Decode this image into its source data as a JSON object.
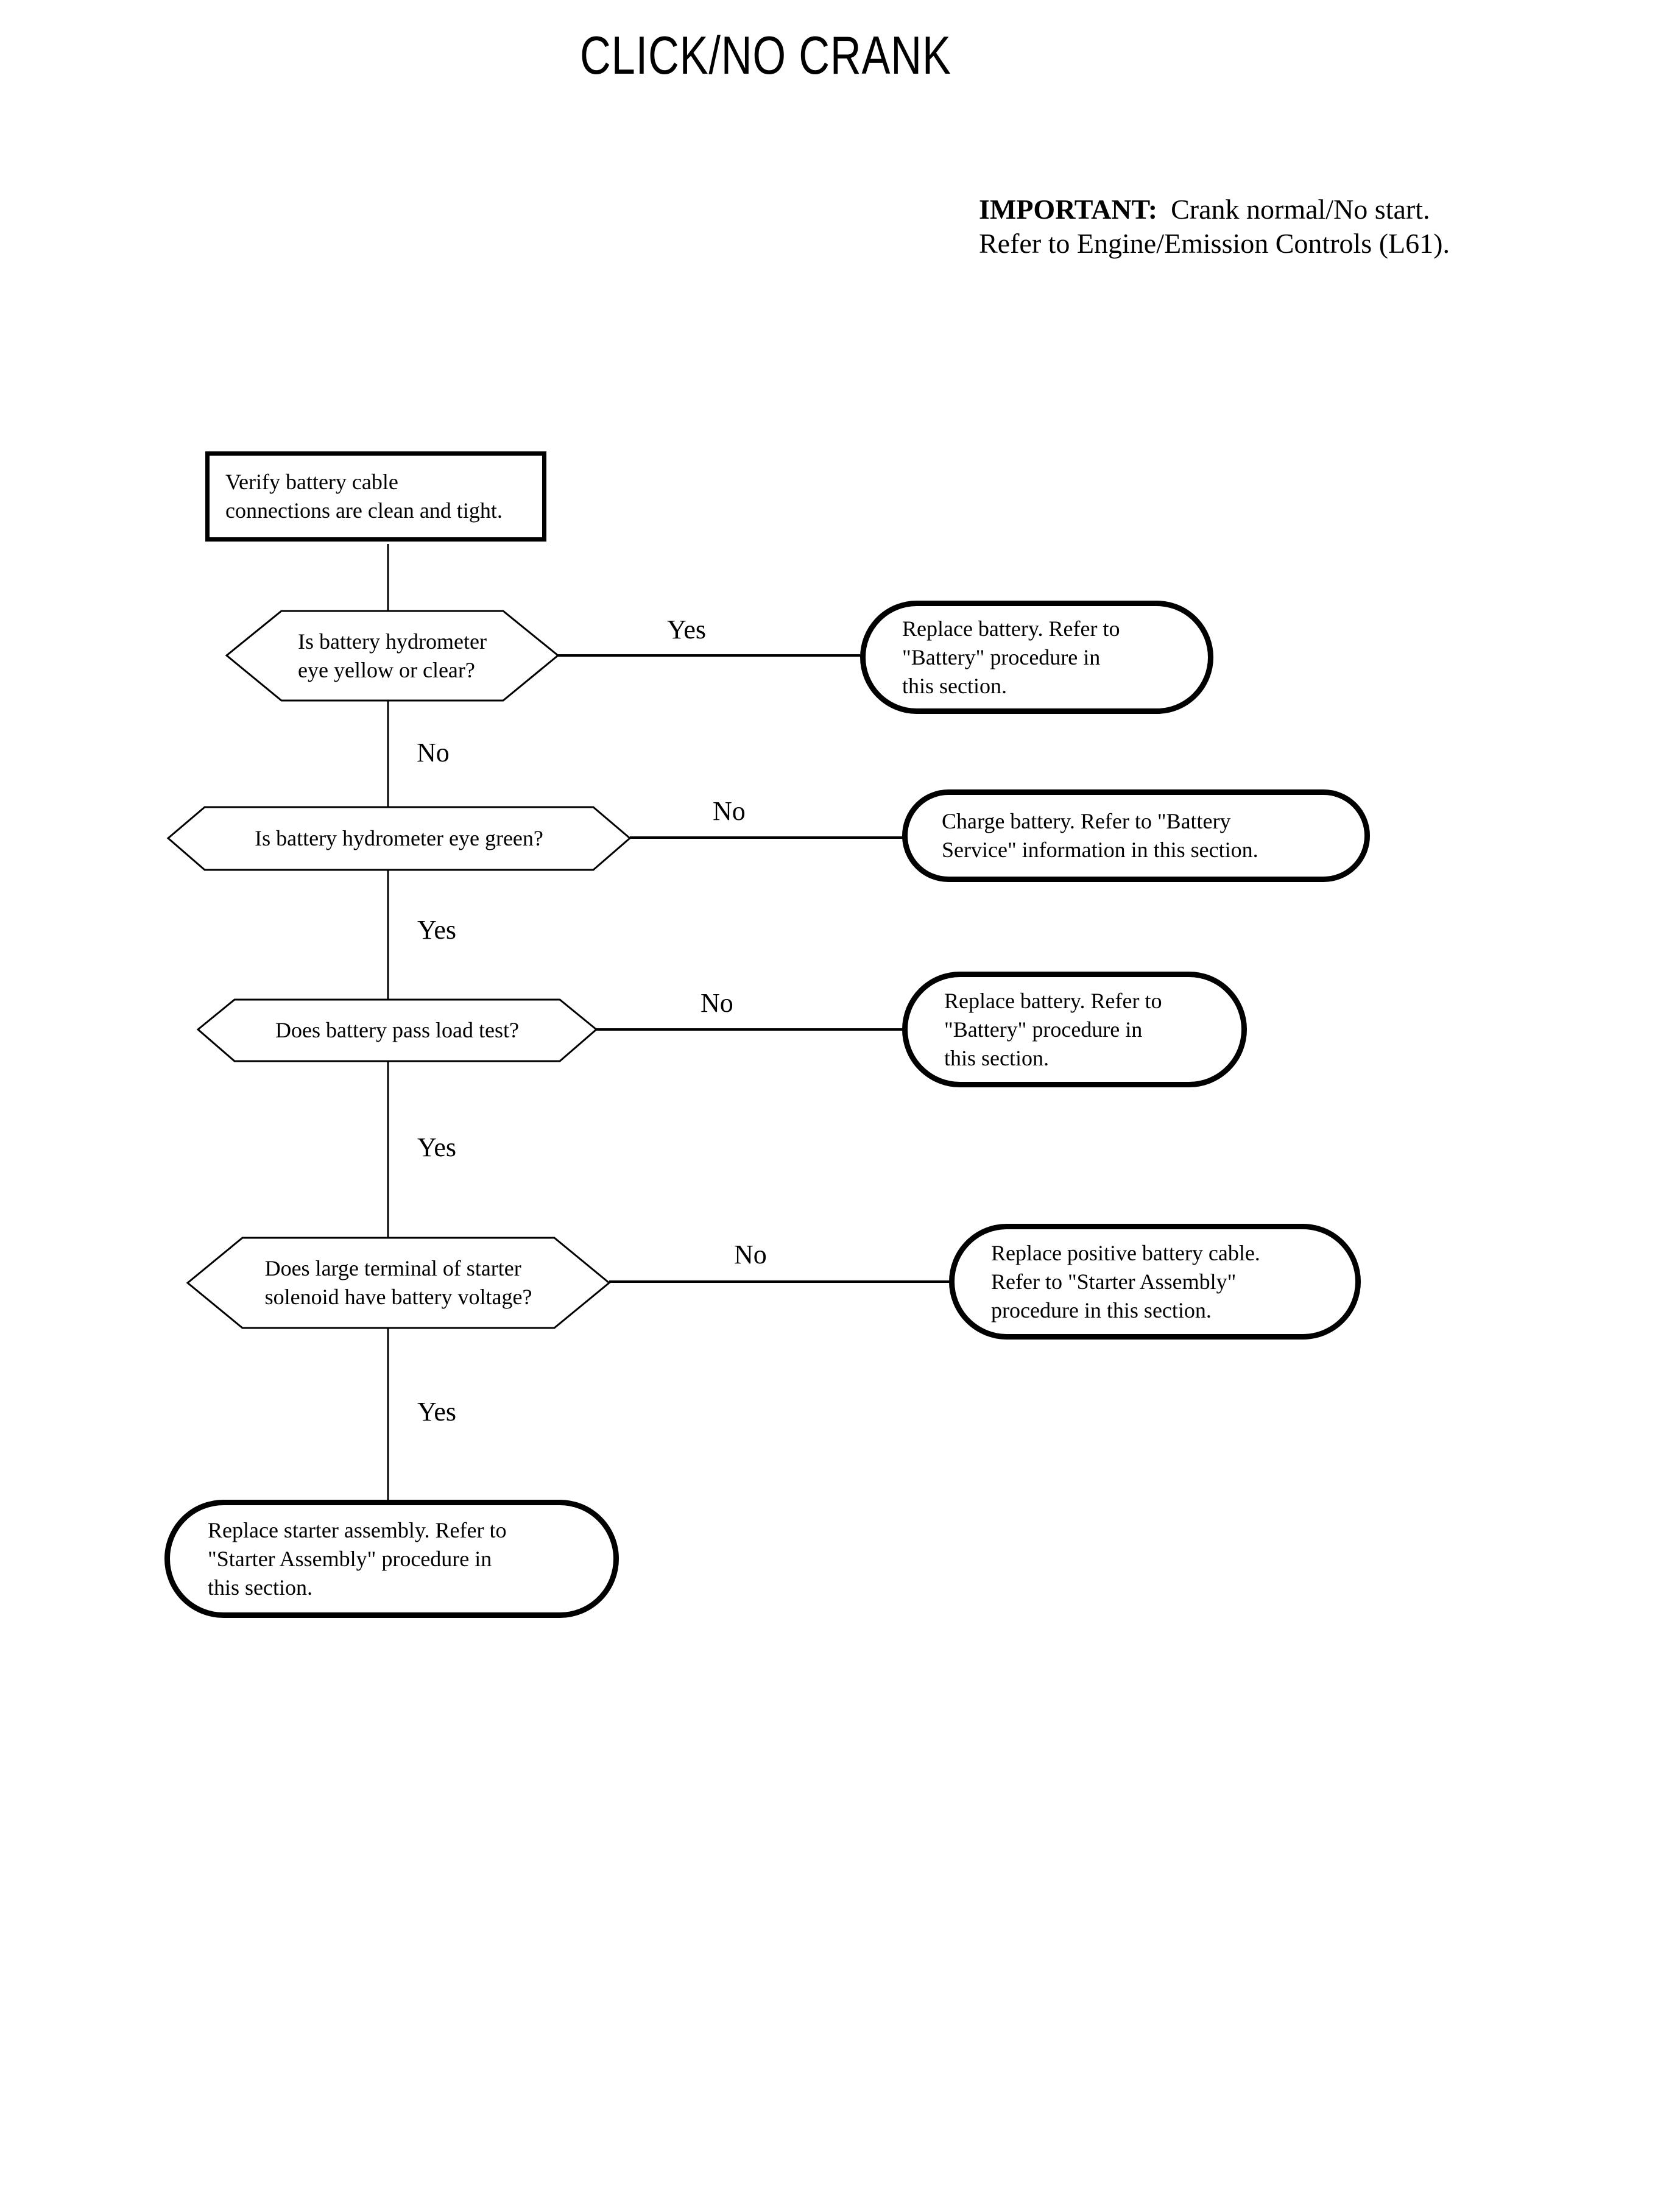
{
  "page": {
    "title": "CLICK/NO CRANK"
  },
  "note": {
    "label": "IMPORTANT:",
    "text": "Crank normal/No start.",
    "text2": "Refer to Engine/Emission Controls (L61)."
  },
  "colors": {
    "ink": "#000000",
    "paper": "#ffffff"
  },
  "flow": {
    "start": {
      "lines": [
        "Verify battery cable",
        "connections are clean and tight."
      ]
    },
    "d1": {
      "lines": [
        "Is battery hydrometer",
        "eye yellow or clear?"
      ],
      "yes": "Yes",
      "no": "No"
    },
    "r1": {
      "lines": [
        "Replace battery. Refer to",
        "\"Battery\" procedure in",
        "this section."
      ]
    },
    "d2": {
      "lines": [
        "Is battery hydrometer eye green?"
      ],
      "yes": "Yes",
      "no": "No"
    },
    "r2": {
      "lines": [
        "Charge battery. Refer to \"Battery",
        "Service\" information in this section."
      ]
    },
    "d3": {
      "lines": [
        "Does battery pass load test?"
      ],
      "yes": "Yes",
      "no": "No"
    },
    "r3": {
      "lines": [
        "Replace battery. Refer to",
        "\"Battery\" procedure in",
        "this section."
      ]
    },
    "d4": {
      "lines": [
        "Does large terminal of starter",
        "solenoid have battery voltage?"
      ],
      "yes": "Yes",
      "no": "No"
    },
    "r4": {
      "lines": [
        "Replace positive battery cable.",
        "Refer to \"Starter Assembly\"",
        "procedure in this section."
      ]
    },
    "r5": {
      "lines": [
        "Replace starter assembly. Refer to",
        "\"Starter Assembly\" procedure in",
        "this section."
      ]
    }
  }
}
